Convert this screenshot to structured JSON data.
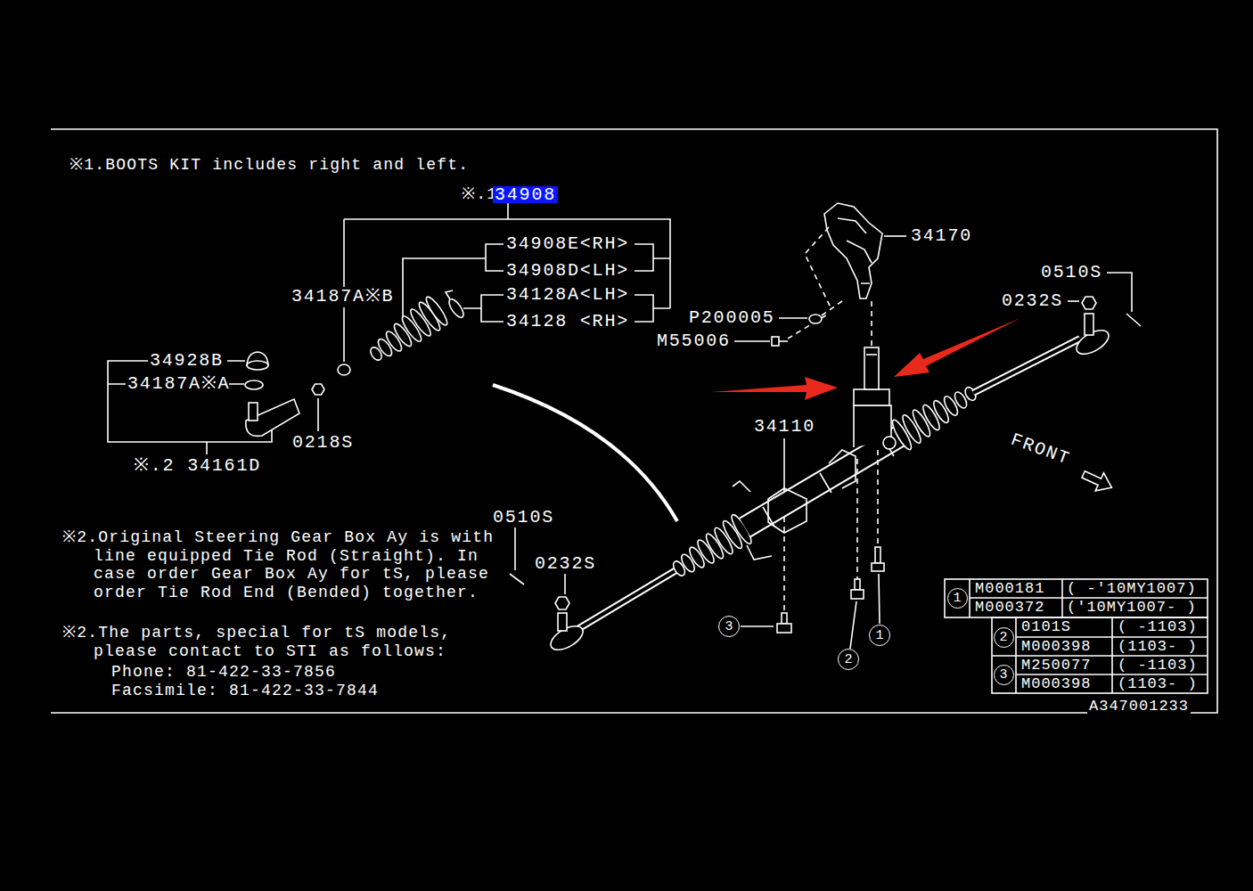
{
  "diagram": {
    "nodes": [
      {
        "text": [
          "34908"
        ]
      },
      {
        "text": [
          "3"
        ]
      },
      {
        "text": [
          "1"
        ]
      },
      {
        "text": [
          "2"
        ]
      },
      {
        "text": [
          "1"
        ]
      },
      {
        "text": [
          "2"
        ]
      },
      {
        "text": [
          "3"
        ]
      }
    ],
    "labels": [
      "※1.BOOTS KIT includes right and left.",
      "※.1",
      "34908E<RH>",
      "34908D<LH>",
      "34128A<LH>",
      "34128 <RH>",
      "34187A※B",
      "34928B",
      "34187A※A",
      "0218S",
      "※.2 34161D",
      "34170",
      "P200005",
      "M55006",
      "0510S",
      "0232S",
      "34110",
      "FRONT",
      "0510S",
      "0232S",
      "※2.Original Steering Gear Box Ay is with line equipped Tie Rod (Straight). In case order Gear Box Ay for tS, please order Tie Rod End (Bended) together.",
      "※2.The parts, special for tS models, please contact to STI as follows:",
      "Phone: 81-422-33-7856",
      "Facsimile: 81-422-33-7844",
      "M000181",
      "( -'10MY1007)",
      "M000372",
      "('10MY1007- )",
      "0101S",
      "( -1103)",
      "M000398",
      "(1103- )",
      "M250077",
      "( -1103)",
      "M000398",
      "(1103- )",
      "A347001233"
    ]
  }
}
